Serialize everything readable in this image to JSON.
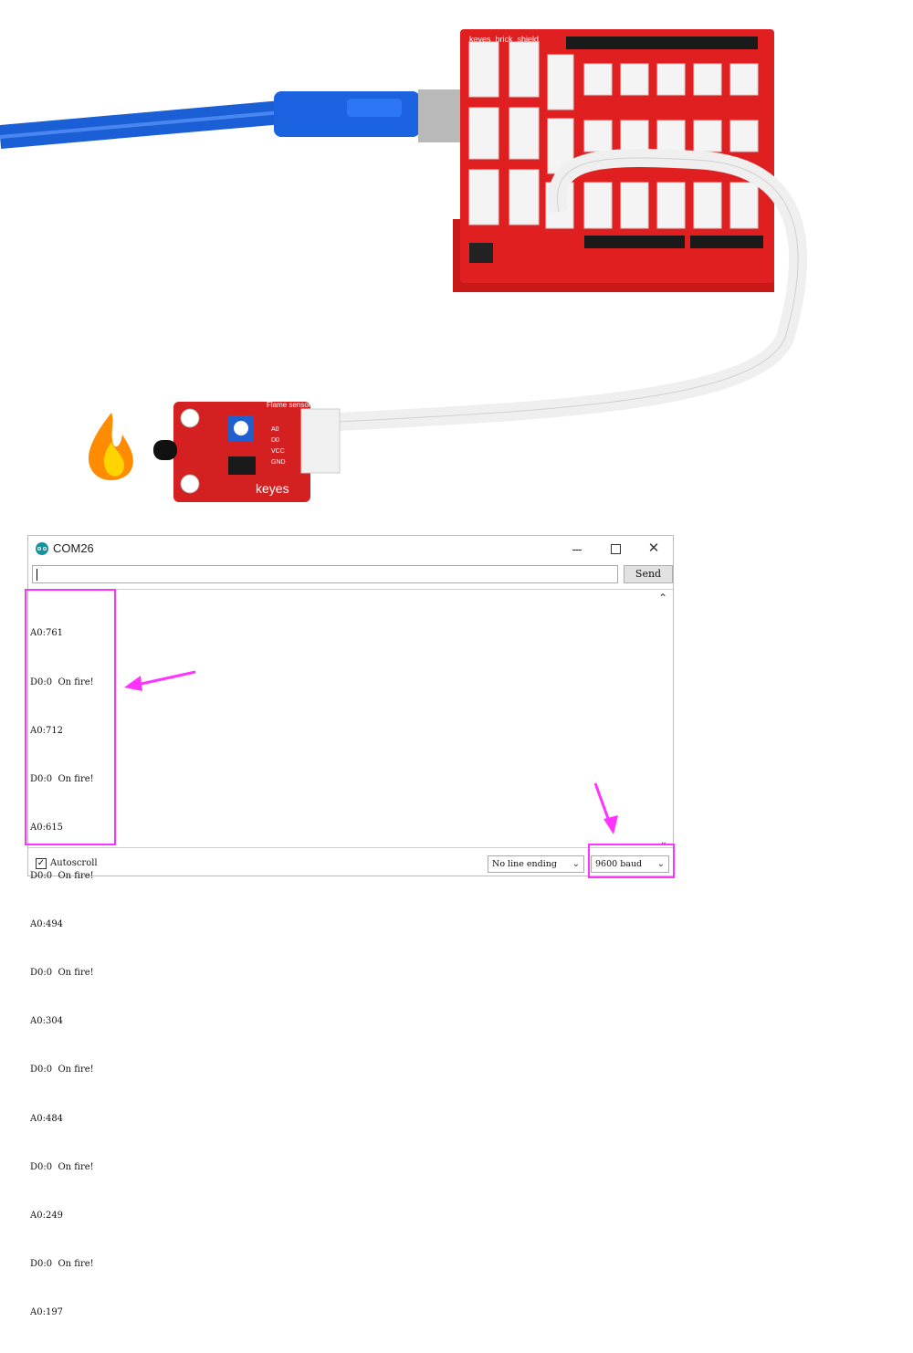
{
  "scene": {
    "shield_label": "keyes_brick_shield",
    "sensor_title": "Flame sensor",
    "sensor_pins": [
      "A0",
      "D0",
      "VCC",
      "GND"
    ],
    "sensor_brand": "keyes"
  },
  "window": {
    "title": "COM26",
    "minimize": "─",
    "maximize": "□",
    "close": "✕"
  },
  "send": {
    "input_value": "",
    "button_label": "Send"
  },
  "serial_output": [
    "A0:761",
    "D0:0  On fire!",
    "A0:712",
    "D0:0  On fire!",
    "A0:615",
    "D0:0  On fire!",
    "A0:494",
    "D0:0  On fire!",
    "A0:304",
    "D0:0  On fire!",
    "A0:484",
    "D0:0  On fire!",
    "A0:249",
    "D0:0  On fire!",
    "A0:197"
  ],
  "footer": {
    "autoscroll_label": "Autoscroll",
    "autoscroll_checked": true,
    "line_ending": "No line ending",
    "baud_rate": "9600 baud"
  },
  "colors": {
    "highlight": "#ff33ff",
    "board_red": "#e02020",
    "cable_blue": "#1a5fd6"
  }
}
